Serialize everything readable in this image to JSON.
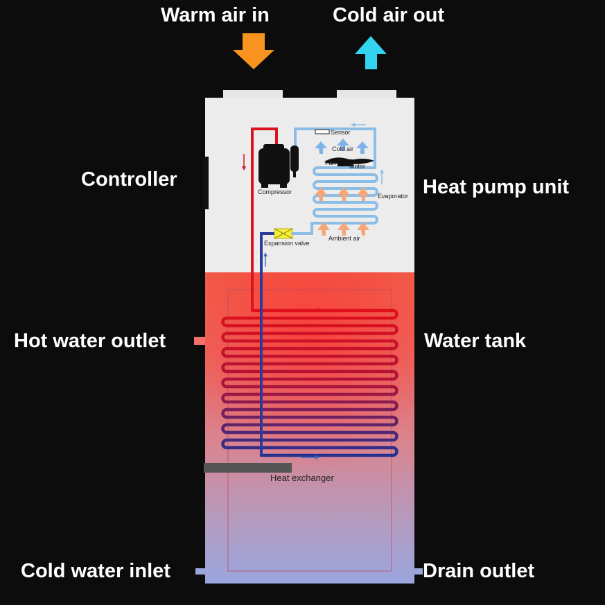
{
  "labels": {
    "warm_air_in": "Warm air in",
    "cold_air_out": "Cold air out",
    "controller": "Controller",
    "heat_pump_unit": "Heat pump unit",
    "hot_water_outlet": "Hot water outlet",
    "water_tank": "Water tank",
    "cold_water_inlet": "Cold water inlet",
    "drain_outlet": "Drain outlet"
  },
  "components": {
    "sensor": "Sensor",
    "cold_air": "Cold air",
    "fan": "Fan",
    "motor": "Motor",
    "compressor": "Compressor",
    "evaporator": "Evaporator",
    "expansion_valve": "Expansion valve",
    "ambient_air": "Ambient air",
    "heat_exchanger": "Heat exchanger"
  },
  "colors": {
    "background": "#0c0c0d",
    "warm_arrow": "#f7931e",
    "cold_arrow": "#33d4f0",
    "hot_pipe": "#d9141f",
    "cold_pipe": "#2b3b9a",
    "evaporator_pipe": "#8cbde6",
    "tank_top": "#f15a47",
    "tank_bottom": "#9aa6de",
    "housing": "#ececec"
  }
}
